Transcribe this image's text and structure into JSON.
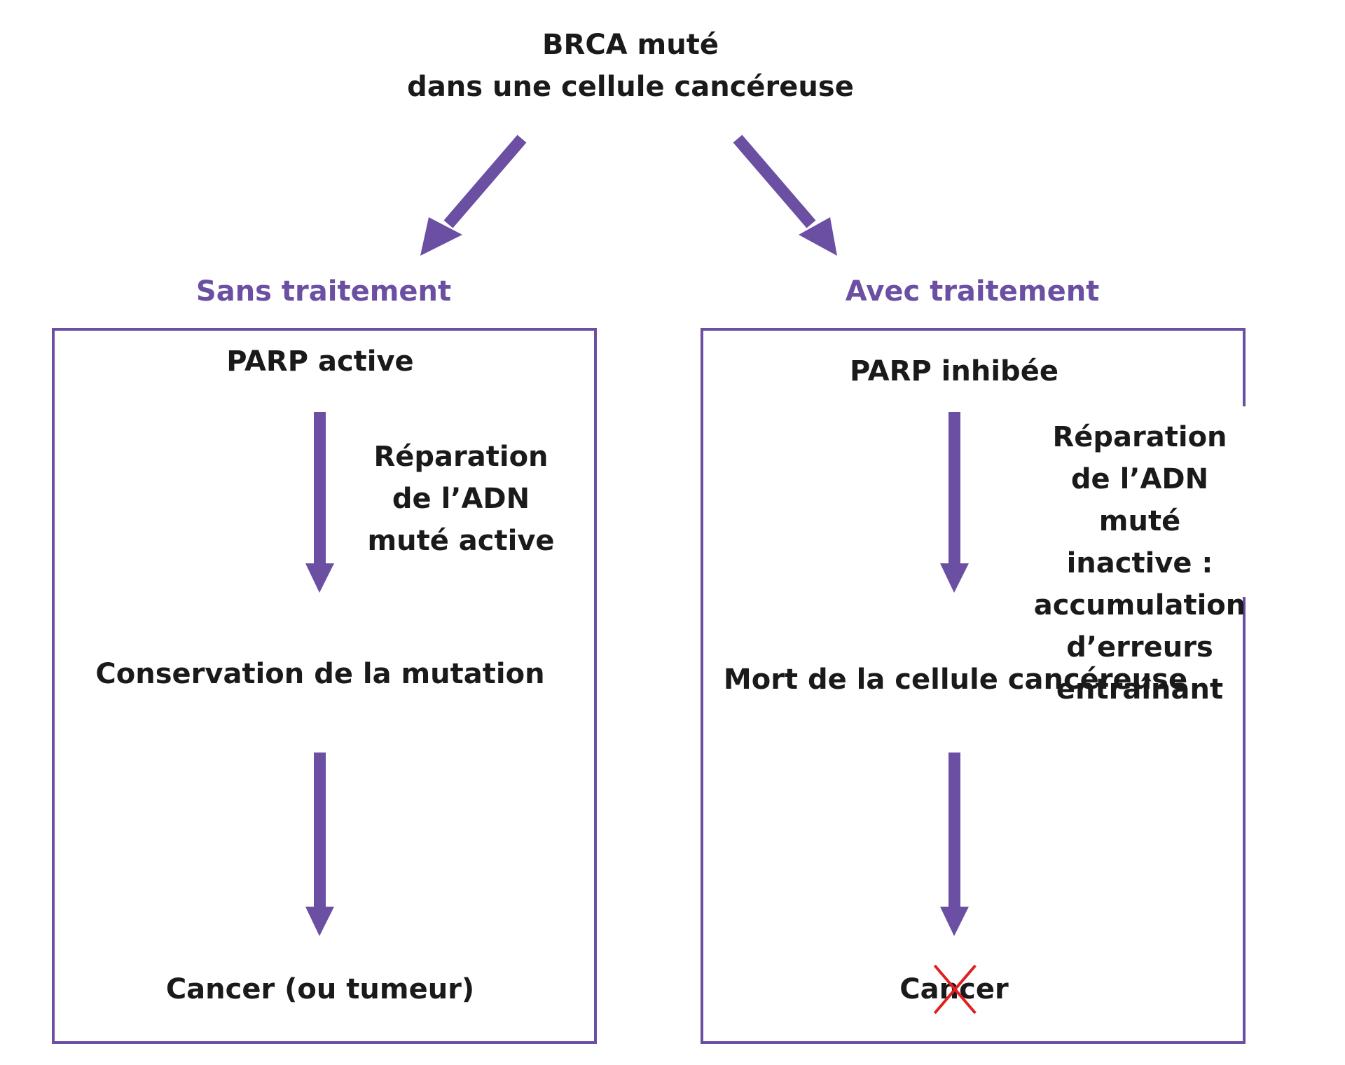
{
  "root": {
    "lines": [
      "BRCA muté",
      "dans une cellule cancéreuse"
    ]
  },
  "left": {
    "heading": "Sans traitement",
    "parp": "PARP active",
    "repair_lines": [
      "Réparation",
      "de l’ADN",
      "muté active"
    ],
    "middle": "Conservation de la mutation",
    "result": "Cancer (ou tumeur)"
  },
  "right": {
    "heading": "Avec traitement",
    "parp": "PARP inhibée",
    "repair_lines": [
      "Réparation de l’ADN",
      "muté inactive :",
      "accumulation",
      "d’erreurs entraînant"
    ],
    "middle": "Mort de la cellule cancéreuse",
    "result": "Cancer",
    "result_crossed": true
  },
  "colors": {
    "accent": "#6a4fa3",
    "text": "#1a1a1a",
    "cross": "#e02020"
  }
}
